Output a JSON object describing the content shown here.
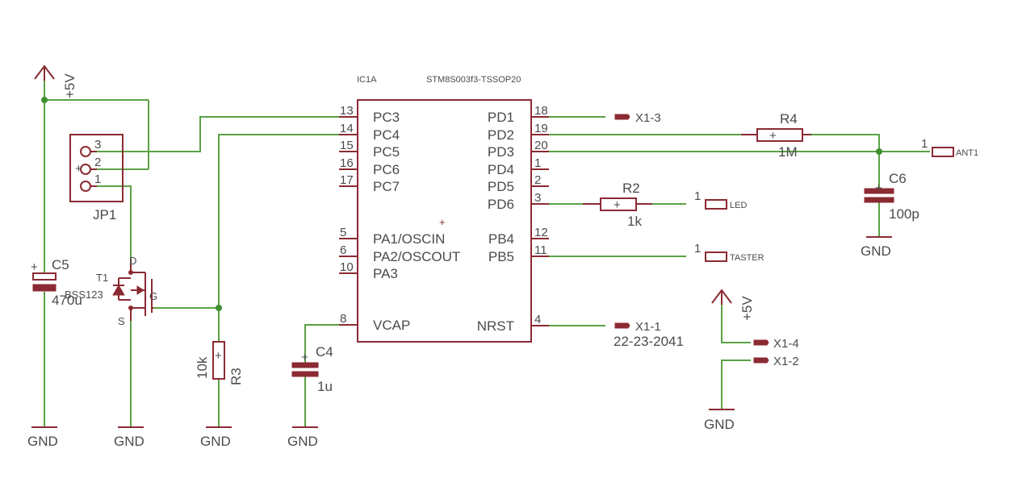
{
  "ic": {
    "name": "IC1A",
    "part": "STM8S003f3-TSSOP20",
    "left_pins": [
      {
        "num": "13",
        "name": "PC3"
      },
      {
        "num": "14",
        "name": "PC4"
      },
      {
        "num": "15",
        "name": "PC5"
      },
      {
        "num": "16",
        "name": "PC6"
      },
      {
        "num": "17",
        "name": "PC7"
      },
      {
        "num": "5",
        "name": "PA1/OSCIN"
      },
      {
        "num": "6",
        "name": "PA2/OSCOUT"
      },
      {
        "num": "10",
        "name": "PA3"
      },
      {
        "num": "8",
        "name": "VCAP"
      }
    ],
    "right_pins": [
      {
        "num": "18",
        "name": "PD1"
      },
      {
        "num": "19",
        "name": "PD2"
      },
      {
        "num": "20",
        "name": "PD3"
      },
      {
        "num": "1",
        "name": "PD4"
      },
      {
        "num": "2",
        "name": "PD5"
      },
      {
        "num": "3",
        "name": "PD6"
      },
      {
        "num": "12",
        "name": "PB4"
      },
      {
        "num": "11",
        "name": "PB5"
      },
      {
        "num": "4",
        "name": "NRST"
      }
    ]
  },
  "power": {
    "vcc_label": "+5V",
    "gnd_label": "GND"
  },
  "components": {
    "c5": {
      "name": "C5",
      "value": "470u"
    },
    "c4": {
      "name": "C4",
      "value": "1u"
    },
    "c6": {
      "name": "C6",
      "value": "100p"
    },
    "r2": {
      "name": "R2",
      "value": "1k"
    },
    "r3": {
      "name": "R3",
      "value": "10k"
    },
    "r4": {
      "name": "R4",
      "value": "1M"
    },
    "t1": {
      "name": "T1",
      "value": "BSS123",
      "d": "D",
      "g": "G",
      "s": "S"
    },
    "jp1": {
      "name": "JP1",
      "pin1": "1",
      "pin2": "2",
      "pin3": "3"
    },
    "x1_part": "22-23-2041"
  },
  "connectors": {
    "x1_3": "X1-3",
    "x1_1": "X1-1",
    "x1_4": "X1-4",
    "x1_2": "X1-2",
    "led": "LED",
    "taster": "TASTER",
    "ant1": "ANT1",
    "pad_num": "1"
  },
  "colors": {
    "wire": "#5aa245",
    "part": "#8b2a32",
    "text": "#4b4b4b"
  }
}
